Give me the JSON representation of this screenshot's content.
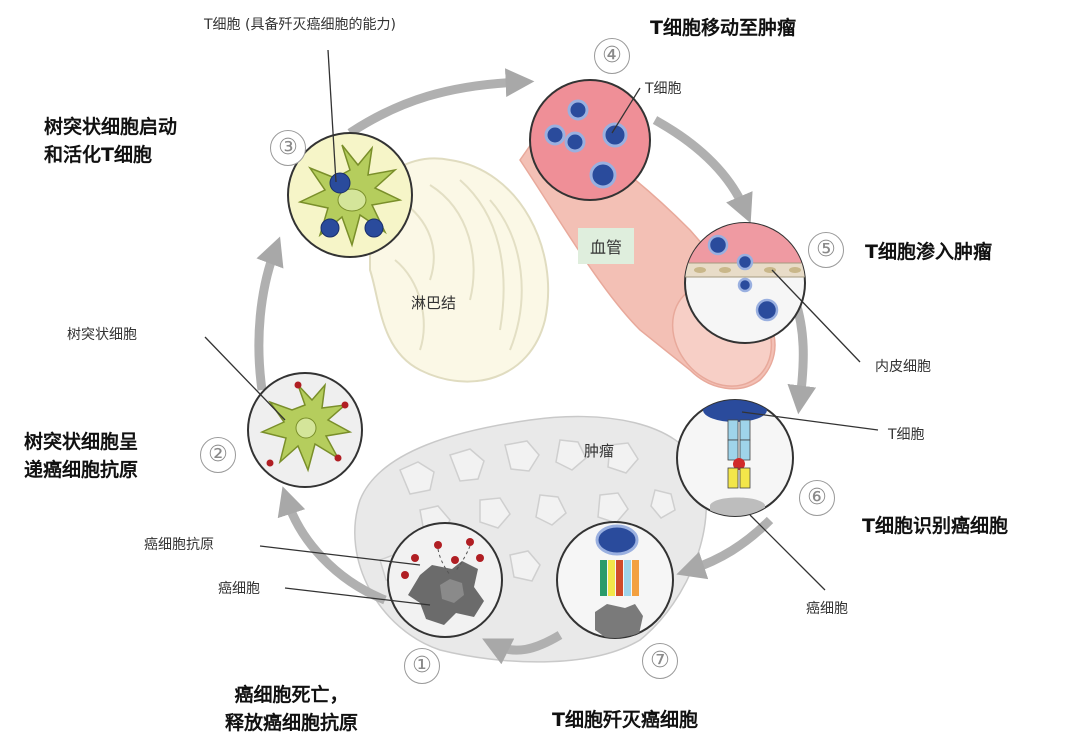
{
  "steps": [
    {
      "num": "①",
      "title": "癌细胞死亡，\n释放癌细胞抗原"
    },
    {
      "num": "②",
      "title": "树突状细胞呈\n递癌细胞抗原"
    },
    {
      "num": "③",
      "title": "树突状细胞启动\n和活化T细胞"
    },
    {
      "num": "④",
      "title": "T细胞移动至肿瘤"
    },
    {
      "num": "⑤",
      "title": "T细胞渗入肿瘤"
    },
    {
      "num": "⑥",
      "title": "T细胞识别癌细胞"
    },
    {
      "num": "⑦",
      "title": "T细胞歼灭癌细胞"
    }
  ],
  "labels": {
    "t_cell_ability": "T细胞 (具备歼灭癌细胞的能力)",
    "t_cell_4": "T细胞",
    "blood_vessel": "血管",
    "lymph_node": "淋巴结",
    "endothelial": "内皮细胞",
    "t_cell_6": "T细胞",
    "tumor": "肿瘤",
    "cancer_cell_6": "癌细胞",
    "dendritic_cell": "树突状细胞",
    "cancer_antigen": "癌细胞抗原",
    "cancer_cell_1": "癌细胞"
  },
  "colors": {
    "cycle_arrow": "#b0b0b0",
    "t_cell": "#2a4b9c",
    "dendritic": "#a8c34a",
    "vessel": "#f2b8ad",
    "antigen": "#b01e23"
  }
}
